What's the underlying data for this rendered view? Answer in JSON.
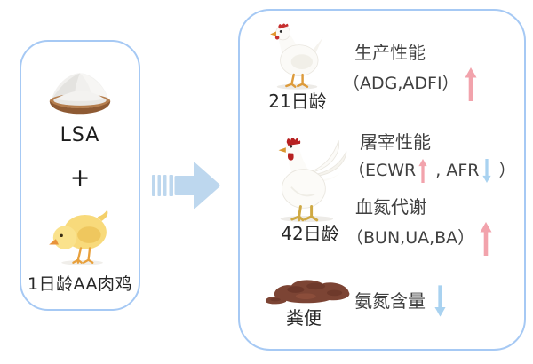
{
  "diagram": {
    "left_panel": {
      "supplement": {
        "image": "powder-bowl-icon",
        "label": "LSA"
      },
      "plus_sign": "+",
      "subject": {
        "image": "yellow-chick-icon",
        "label": "1日龄AA肉鸡"
      }
    },
    "process_arrow": {
      "icon": "dashed-block-arrow-right-icon",
      "color": "#bdd7ee"
    },
    "right_panel": {
      "groups": [
        {
          "image": "white-broiler-21d-icon",
          "image_label": "21日龄",
          "findings": [
            {
              "title": "生产性能",
              "detail": "（ADG,ADFI）",
              "trend": "up"
            }
          ]
        },
        {
          "image": "white-rooster-42d-icon",
          "image_label": "42日龄",
          "findings": [
            {
              "title": "屠宰性能",
              "detail_parts": {
                "p1": "（ECWR",
                "p2": " , AFR",
                "p3": " ）"
              },
              "trends": [
                "up",
                "down"
              ]
            },
            {
              "title": "血氮代谢",
              "detail": "（BUN,UA,BA）",
              "trend": "up"
            }
          ]
        },
        {
          "image": "feces-icon",
          "image_label": "粪便",
          "findings": [
            {
              "title": "氨氮含量",
              "trend": "down"
            }
          ]
        }
      ]
    },
    "colors": {
      "panel_border": "#a6c9f4",
      "process_arrow": "#bdd7ee",
      "trend_up": "#f2a3ac",
      "trend_down": "#a9d2f0",
      "text": "#404040"
    }
  }
}
